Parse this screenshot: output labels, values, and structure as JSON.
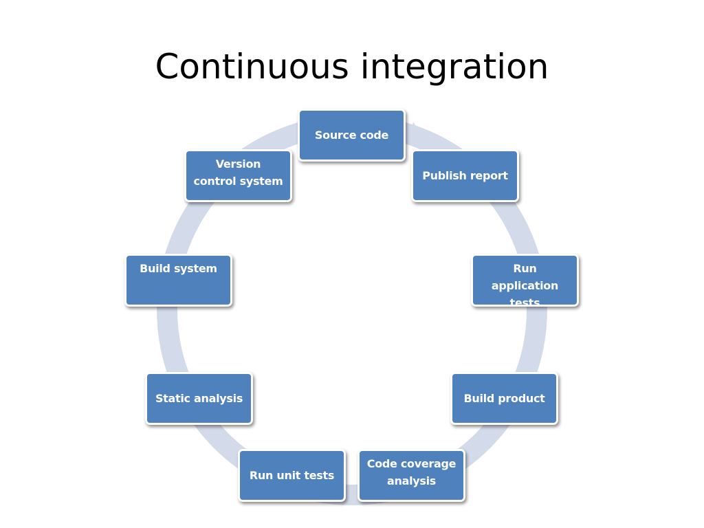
{
  "slide": {
    "title": "Continuous integration"
  },
  "diagram": {
    "type": "cycle",
    "ring_color": "#d3dbeb",
    "node_fill": "#4f81bd",
    "node_border": "#ffffff",
    "node_text_color": "#ffffff",
    "nodes": [
      {
        "label": "Source code"
      },
      {
        "label": "Publish report"
      },
      {
        "label": "Run application tests"
      },
      {
        "label": "Build product"
      },
      {
        "label": "Code coverage analysis"
      },
      {
        "label": "Run unit tests"
      },
      {
        "label": "Static analysis"
      },
      {
        "label": "Build system"
      },
      {
        "label": "Version control system"
      }
    ]
  }
}
